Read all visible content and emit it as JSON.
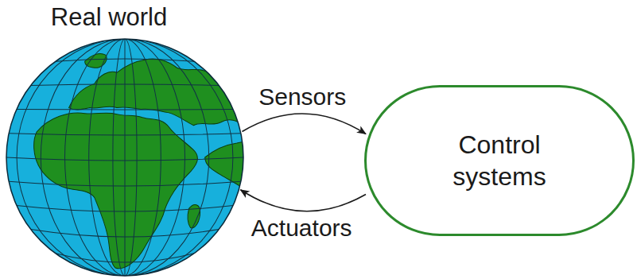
{
  "diagram": {
    "nodes": [
      {
        "text": [
          "Real world"
        ]
      },
      {
        "text": [
          "Control systems"
        ]
      }
    ],
    "edges": [
      {
        "from": 0,
        "to": 1,
        "label": "Sensors",
        "arrow": "to"
      },
      {
        "from": 1,
        "to": 0,
        "label": "Actuators",
        "arrow": "to"
      }
    ]
  }
}
